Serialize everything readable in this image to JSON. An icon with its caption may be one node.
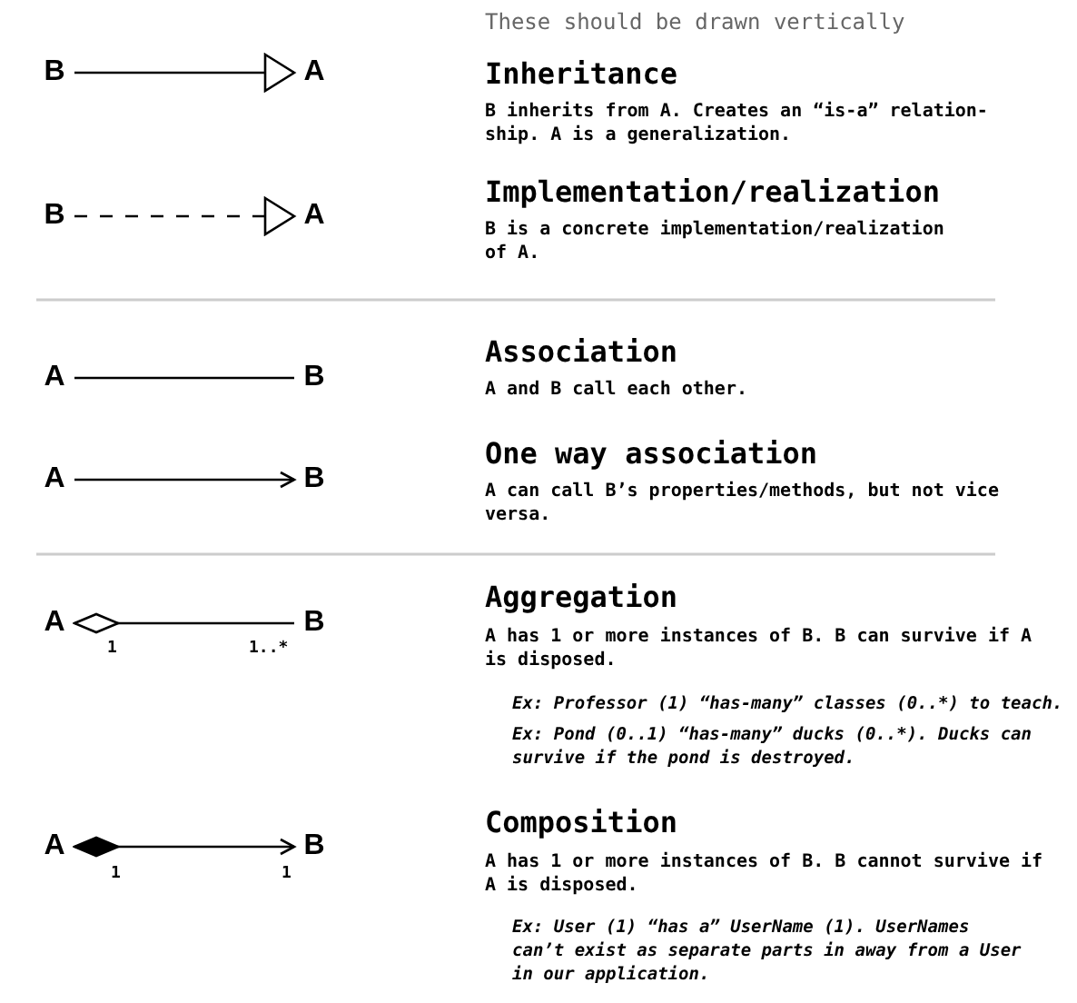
{
  "diagram": {
    "nodes": [
      {
        "text": [
          "B"
        ]
      },
      {
        "text": [
          "A"
        ]
      },
      {
        "text": [
          "B"
        ]
      },
      {
        "text": [
          "A"
        ]
      },
      {
        "text": [
          "A"
        ]
      },
      {
        "text": [
          "B"
        ]
      },
      {
        "text": [
          "A"
        ]
      },
      {
        "text": [
          "B"
        ]
      },
      {
        "text": [
          "A"
        ]
      },
      {
        "text": [
          "B"
        ]
      },
      {
        "text": [
          "A"
        ]
      },
      {
        "text": [
          "B"
        ]
      }
    ],
    "edges": [
      {
        "from": 0,
        "to": 1,
        "arrow": "to"
      },
      {
        "from": 2,
        "to": 3,
        "arrow": "to",
        "style": "dashed"
      },
      {
        "from": 4,
        "to": 5,
        "arrow": "none"
      },
      {
        "from": 6,
        "to": 7,
        "arrow": "to"
      },
      {
        "from": 8,
        "to": 9,
        "arrow": "other"
      },
      {
        "from": 10,
        "to": 11,
        "arrow": "to"
      }
    ],
    "labels": [
      "These should be drawn vertically",
      "Inheritance",
      "B inherits from A. Creates an “is-a” relation-ship. A is a generalization.",
      "Implementation/realization",
      "B is a concrete implementation/realization of A.",
      "Association",
      "A and B call each other.",
      "One way association",
      "A can call B’s properties/methods, but not vice versa.",
      "Aggregation",
      "A has 1 or more instances of B. B can survive if A is disposed.",
      "1",
      "1..*",
      "Ex: Professor (1) “has-many” classes (0..*) to teach.",
      "Ex: Pond (0..1) “has-many” ducks (0..*). Ducks can survive if the pond is destroyed.",
      "Composition",
      "A has 1 or more instances of B. B cannot survive if A is disposed.",
      "1",
      "1",
      "Ex: User (1) “has a” UserName (1). UserNames can’t exist as separate parts in away from a User in our application."
    ]
  }
}
